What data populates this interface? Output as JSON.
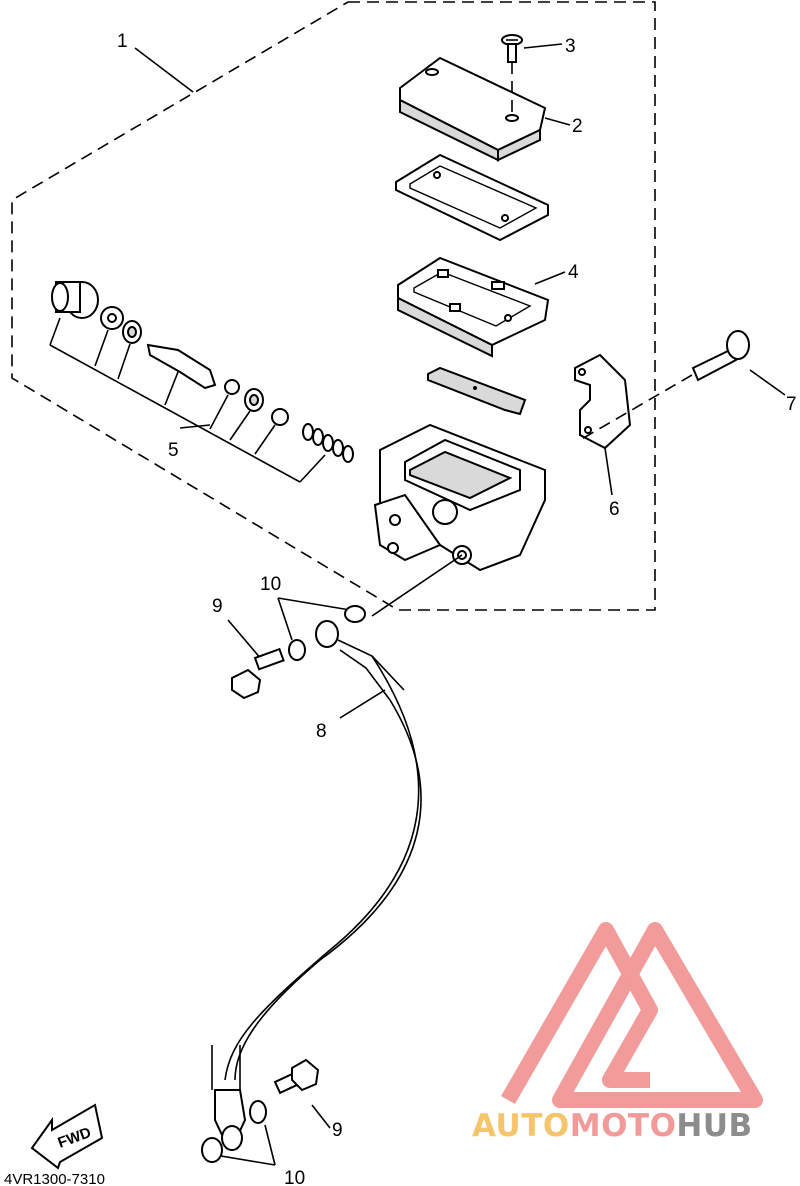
{
  "callouts": {
    "c1": "1",
    "c2": "2",
    "c3": "3",
    "c4": "4",
    "c5": "5",
    "c6": "6",
    "c7": "7",
    "c8": "8",
    "c9a": "9",
    "c10a": "10",
    "c9b": "9",
    "c10b": "10"
  },
  "direction_label": "FWD",
  "diagram_code": "4VR1300-7310",
  "watermark": {
    "text_auto": "AUTO",
    "text_moto": "MOTO",
    "text_hub": "HUB",
    "color_auto": "#f5c46b",
    "color_moto": "#f29a9a",
    "color_hub": "#8c8c8c",
    "logo_color": "#f08a8a"
  }
}
